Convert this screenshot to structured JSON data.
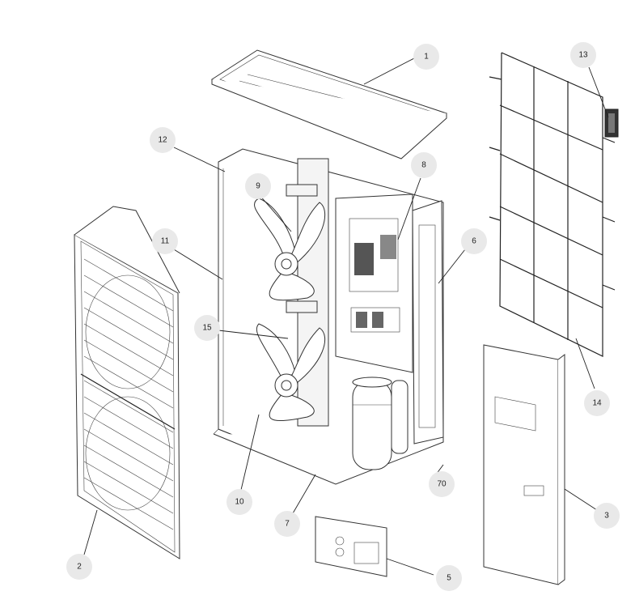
{
  "diagram": {
    "callouts": [
      {
        "id": "c1",
        "label": "1"
      },
      {
        "id": "c2",
        "label": "2"
      },
      {
        "id": "c3",
        "label": "3"
      },
      {
        "id": "c5",
        "label": "5"
      },
      {
        "id": "c6",
        "label": "6"
      },
      {
        "id": "c7",
        "label": "7"
      },
      {
        "id": "c8",
        "label": "8"
      },
      {
        "id": "c9",
        "label": "9"
      },
      {
        "id": "c10",
        "label": "10"
      },
      {
        "id": "c11",
        "label": "11"
      },
      {
        "id": "c12",
        "label": "12"
      },
      {
        "id": "c13",
        "label": "13"
      },
      {
        "id": "c14",
        "label": "14"
      },
      {
        "id": "c15",
        "label": "15"
      },
      {
        "id": "c70",
        "label": "70"
      }
    ]
  }
}
